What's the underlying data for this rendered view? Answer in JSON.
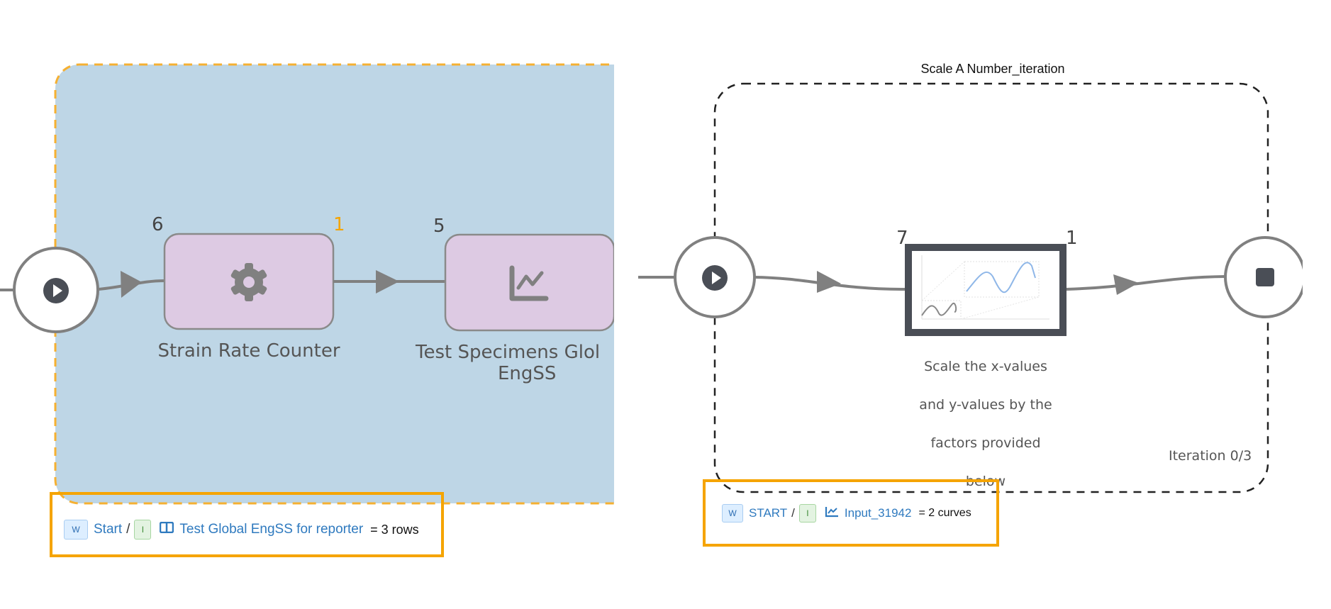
{
  "left_workflow": {
    "group_color": "#bed6e6",
    "group_border_color": "#f5b032",
    "start_node": {
      "icon": "play-icon"
    },
    "nodes": [
      {
        "id": "strain-rate-counter",
        "label": "Strain Rate Counter",
        "icon": "gear-icon",
        "in_count": "6",
        "out_count": "1",
        "out_count_color": "#f5a400",
        "fill": "#ddcae3"
      },
      {
        "id": "test-specimens",
        "label_line1": "Test Specimens Glol",
        "label_line2": "EngSS",
        "icon": "line-chart-icon",
        "in_count": "5",
        "fill": "#ddcae3"
      }
    ],
    "breadcrumb": {
      "workflow_badge": "W",
      "workflow_link": "Start",
      "separator": "/",
      "input_badge": "I",
      "item_icon": "table-icon",
      "item_link": "Test Global EngSS for reporter",
      "result": "= 3 rows"
    }
  },
  "right_workflow": {
    "loop_title": "Scale A Number_iteration",
    "iteration_text": "Iteration 0/3",
    "start_node": {
      "icon": "play-icon"
    },
    "end_node": {
      "icon": "stop-icon"
    },
    "scale_node": {
      "in_count": "7",
      "out_count": "1",
      "description_lines": [
        "Scale the x-values",
        "and y-values by the",
        "factors provided",
        "below"
      ]
    },
    "breadcrumb": {
      "workflow_badge": "W",
      "workflow_link": "START",
      "separator": "/",
      "input_badge": "I",
      "item_icon": "line-chart-icon",
      "item_link": "Input_31942",
      "result": "= 2 curves"
    }
  },
  "colors": {
    "highlight": "#f5a400",
    "edge": "#808080",
    "node_dark": "#4a4e56",
    "link": "#2f7abf"
  }
}
